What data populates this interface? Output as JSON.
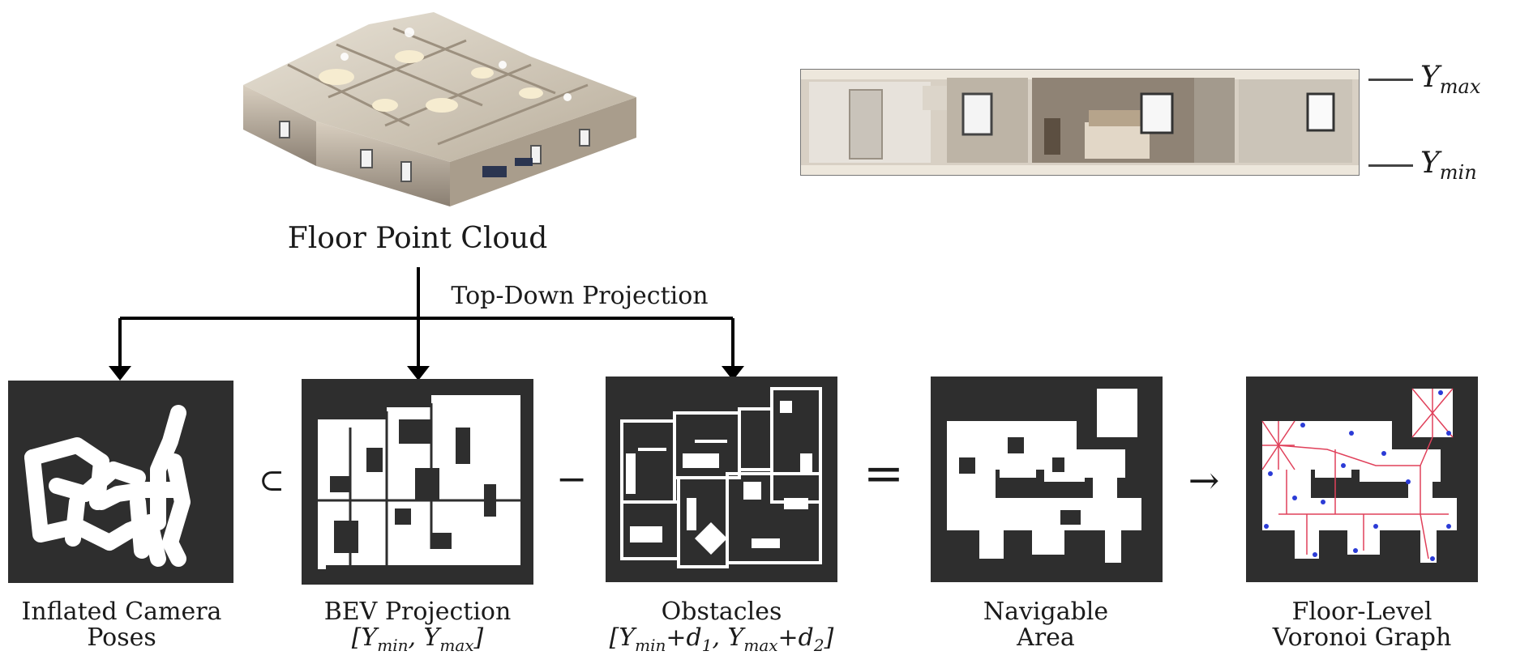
{
  "top": {
    "point_cloud_label": "Floor Point Cloud",
    "projection_label": "Top-Down Projection",
    "ymax_label": "Y",
    "ymax_sub": "max",
    "ymin_label": "Y",
    "ymin_sub": "min"
  },
  "operators": {
    "subset": "⊂",
    "minus": "−",
    "equals": "=",
    "arrow": "→"
  },
  "panels": [
    {
      "line1": "Inflated Camera",
      "line2": "Poses"
    },
    {
      "line1": "BEV Projection",
      "line2_pre": "[Y",
      "line2_s1": "min",
      "line2_mid": ", Y",
      "line2_s2": "max",
      "line2_post": "]"
    },
    {
      "line1": "Obstacles",
      "line2_pre": "[Y",
      "line2_s1": "min",
      "line2_mid": "+d",
      "line2_s2": "1",
      "line2_mid2": ", Y",
      "line2_s3": "max",
      "line2_mid3": "+d",
      "line2_s4": "2",
      "line2_post": "]"
    },
    {
      "line1": "Navigable",
      "line2": "Area"
    },
    {
      "line1": "Floor-Level",
      "line2": "Voronoi Graph"
    }
  ],
  "colors": {
    "panel_bg": "#2e2e2e",
    "map_white": "#ffffff",
    "voronoi_red": "#e0405a",
    "voronoi_blue": "#2b3bd6"
  }
}
